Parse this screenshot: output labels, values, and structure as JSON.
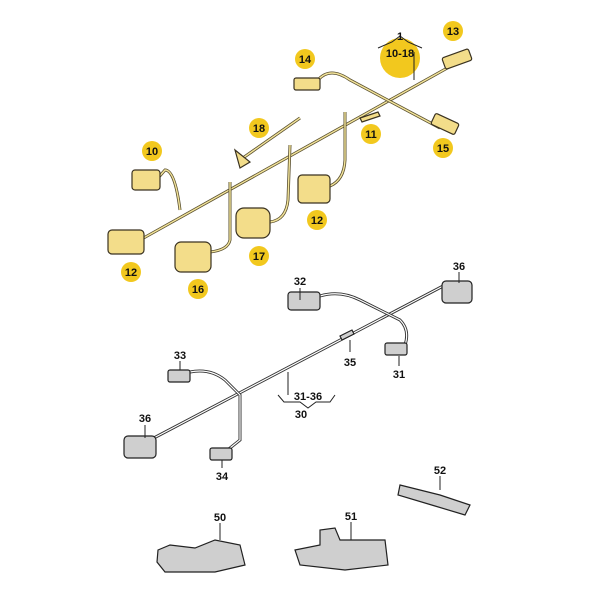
{
  "callouts_upper": {
    "main": "1",
    "main_range": "10-18",
    "c13": "13",
    "c14": "14",
    "c11": "11",
    "c15": "15",
    "c18": "18",
    "c10": "10",
    "c12a": "12",
    "c12b": "12",
    "c17": "17",
    "c16": "16"
  },
  "callouts_lower": {
    "c32": "32",
    "c36a": "36",
    "c33": "33",
    "c35": "35",
    "c31": "31",
    "range": "31-36",
    "main": "30",
    "c36b": "36",
    "c34": "34",
    "c52": "52",
    "c50": "50",
    "c51": "51"
  },
  "colors": {
    "callout": "#f2c81e",
    "connector_upper": "#f3dd8a",
    "connector_lower": "#cfcfcf"
  }
}
